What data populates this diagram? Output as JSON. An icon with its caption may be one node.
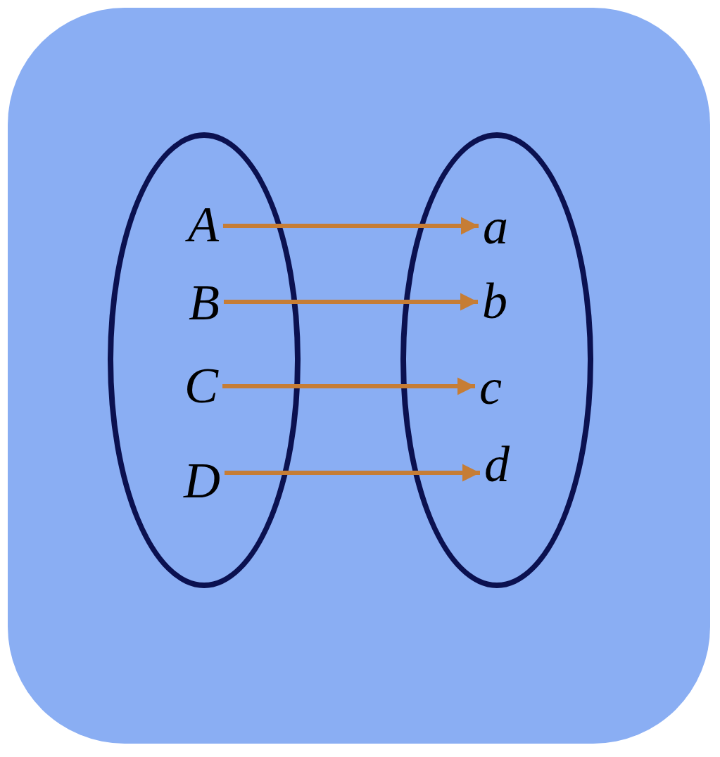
{
  "diagram": {
    "nodes": [
      {
        "text": [],
        "shape": "ellipse"
      },
      {
        "text": [
          "A"
        ],
        "in": 0
      },
      {
        "text": [
          "B"
        ],
        "in": 0
      },
      {
        "text": [
          "C"
        ],
        "in": 0
      },
      {
        "text": [
          "D"
        ],
        "in": 0
      },
      {
        "text": [],
        "shape": "ellipse"
      },
      {
        "text": [
          "a"
        ],
        "in": 5
      },
      {
        "text": [
          "b"
        ],
        "in": 5
      },
      {
        "text": [
          "c"
        ],
        "in": 5
      },
      {
        "text": [
          "d"
        ],
        "in": 5
      }
    ],
    "edges": [
      {
        "from": 1,
        "to": 6,
        "arrow": "to"
      },
      {
        "from": 2,
        "to": 7,
        "arrow": "to"
      },
      {
        "from": 3,
        "to": 8,
        "arrow": "to"
      },
      {
        "from": 4,
        "to": 9,
        "arrow": "to"
      }
    ]
  }
}
